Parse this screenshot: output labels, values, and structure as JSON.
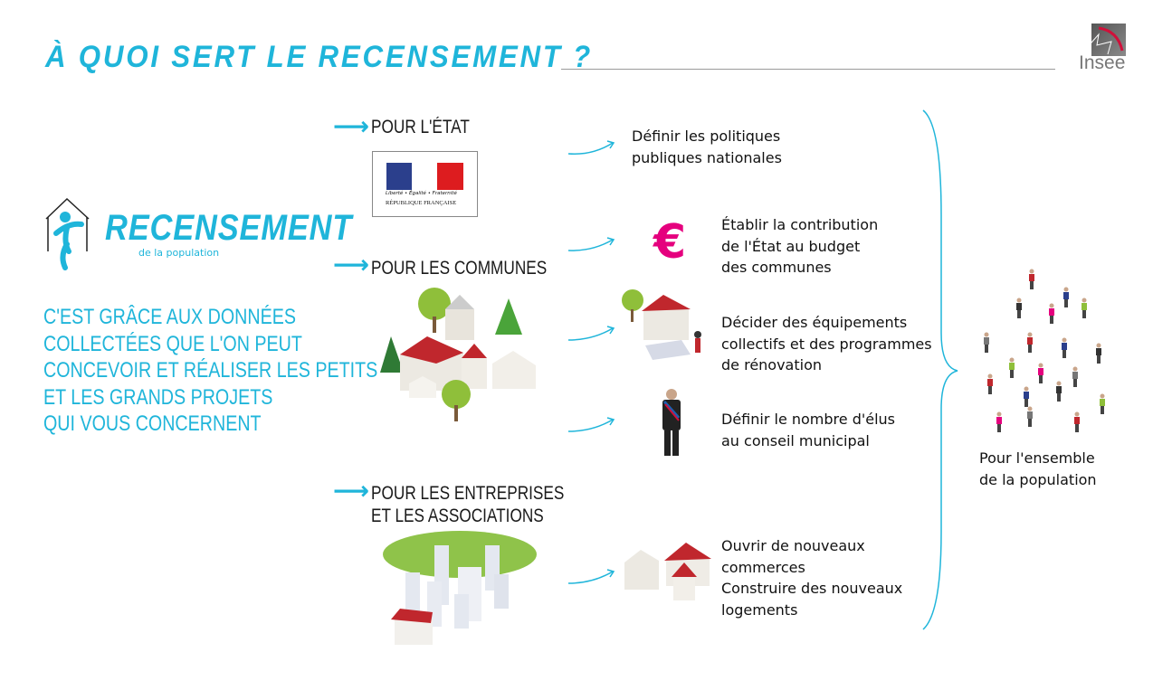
{
  "header": {
    "title": "À QUOI SERT LE RECENSEMENT ?",
    "logo_text": "Insee"
  },
  "brand": {
    "name": "RECENSEMENT",
    "subtitle": "de la population"
  },
  "intro": [
    "C'EST GRÂCE AUX DONNÉES",
    "COLLECTÉES QUE L'ON PEUT",
    "CONCEVOIR ET RÉALISER LES PETITS",
    "ET LES GRANDS PROJETS",
    "QUI VOUS CONCERNENT"
  ],
  "sections": {
    "etat": {
      "label": "POUR L'ÉTAT",
      "logo_motto": "Liberté • Égalité • Fraternité",
      "logo_name": "RÉPUBLIQUE FRANÇAISE"
    },
    "communes": {
      "label": "POUR LES COMMUNES"
    },
    "entreprises": {
      "label": [
        "POUR LES ENTREPRISES",
        "ET LES ASSOCIATIONS"
      ]
    }
  },
  "uses": [
    {
      "lines": [
        "Définir les politiques",
        "publiques nationales"
      ]
    },
    {
      "lines": [
        "Établir la contribution",
        "de l'État au budget",
        "des communes"
      ],
      "icon": "€"
    },
    {
      "lines": [
        "Décider des équipements",
        "collectifs et des programmes",
        "de rénovation"
      ]
    },
    {
      "lines": [
        "Définir le nombre d'élus",
        "au conseil municipal"
      ]
    },
    {
      "lines": [
        "Ouvrir de nouveaux",
        "commerces",
        "Construire des nouveaux",
        "logements"
      ]
    }
  ],
  "population": {
    "lines": [
      "Pour l'ensemble",
      "de la population"
    ]
  },
  "colors": {
    "accent": "#1fb5da",
    "euro": "#e5007e",
    "roof": "#c0272d"
  }
}
